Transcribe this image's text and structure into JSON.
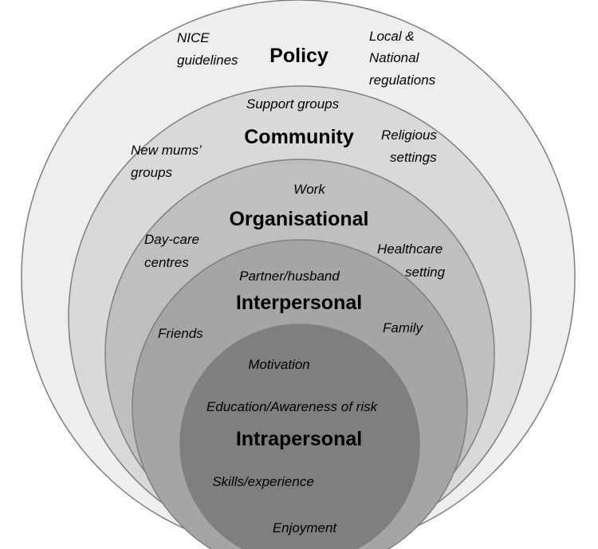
{
  "colors": {
    "policy_ring": "#eeeeee",
    "community_ring": "#d9d9d9",
    "organisational_ring": "#bfbfbf",
    "interpersonal_ring": "#a5a5a5",
    "intrapersonal_ring": "#7f7f7f",
    "outline": "#7f7f7f",
    "text": "#000000"
  },
  "levels": {
    "policy": {
      "title": "Policy",
      "nice_line1": "NICE",
      "nice_line2": "guidelines",
      "regs_line1": "Local &",
      "regs_line2": "National",
      "regs_line3": "regulations"
    },
    "community": {
      "title": "Community",
      "support_groups": "Support groups",
      "mums_line1": "New mums’",
      "mums_line2": "groups",
      "religious_line1": "Religious",
      "religious_line2": "settings"
    },
    "organisational": {
      "title": "Organisational",
      "work": "Work",
      "daycare_line1": "Day-care",
      "daycare_line2": "centres",
      "healthcare_line1": "Healthcare",
      "healthcare_line2": "setting"
    },
    "interpersonal": {
      "title": "Interpersonal",
      "partner": "Partner/husband",
      "friends": "Friends",
      "family": "Family"
    },
    "intrapersonal": {
      "title": "Intrapersonal",
      "motivation": "Motivation",
      "education": "Education/Awareness of risk",
      "skills": "Skills/experience",
      "enjoyment": "Enjoyment"
    }
  }
}
